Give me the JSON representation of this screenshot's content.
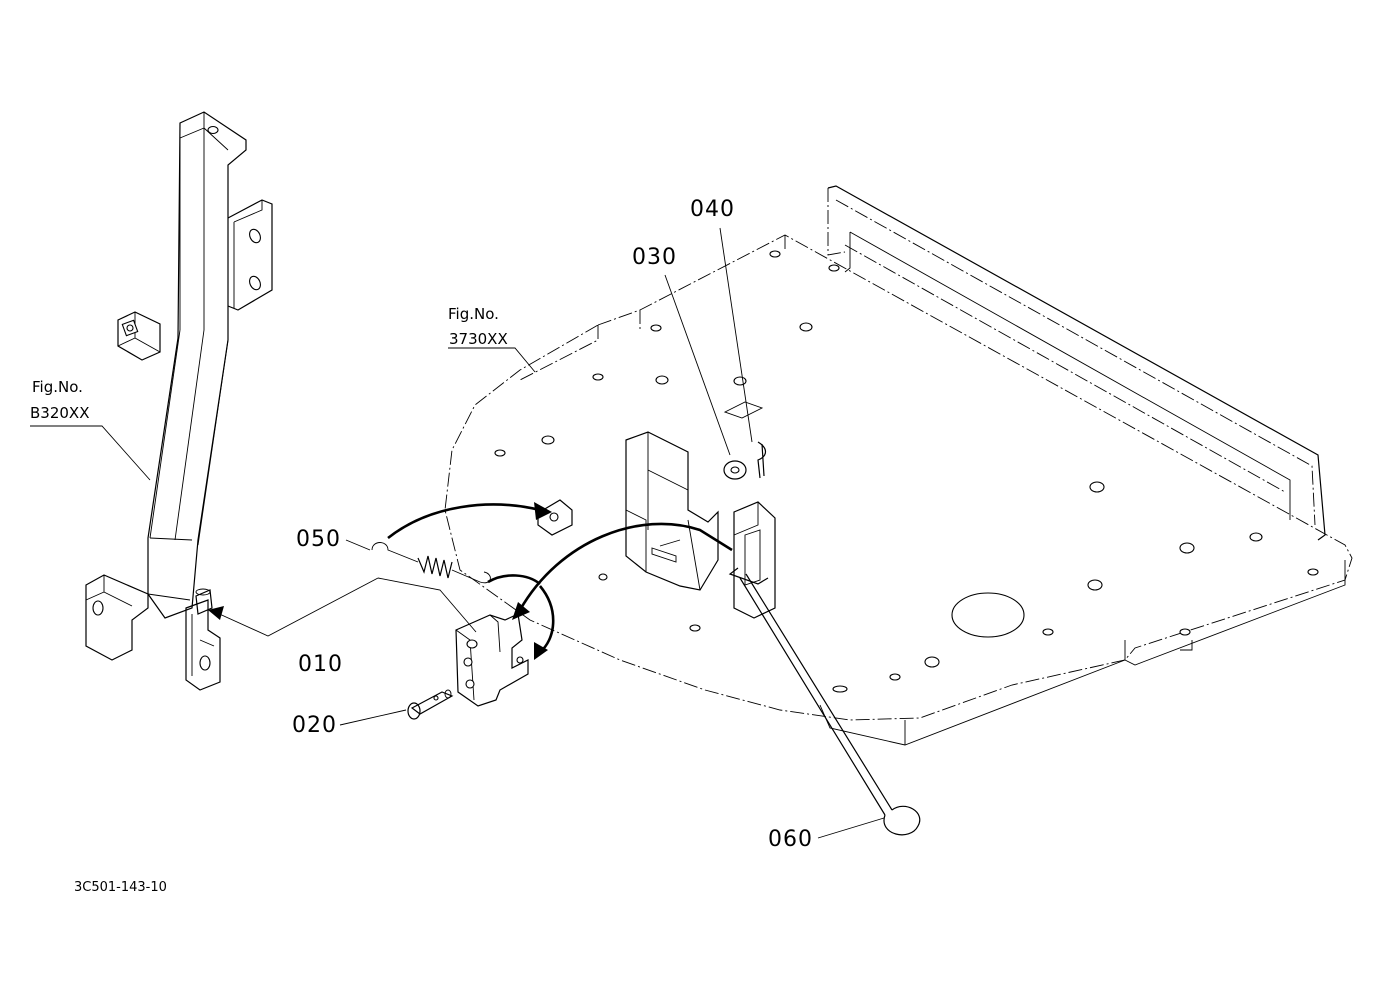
{
  "drawing_code": "3C501-143-10",
  "figure_refs": [
    {
      "label": "Fig.No.",
      "number": "B320XX"
    },
    {
      "label": "Fig.No.",
      "number": "3730XX"
    }
  ],
  "parts": [
    {
      "callout": "010"
    },
    {
      "callout": "020"
    },
    {
      "callout": "030"
    },
    {
      "callout": "040"
    },
    {
      "callout": "050"
    },
    {
      "callout": "060"
    }
  ]
}
